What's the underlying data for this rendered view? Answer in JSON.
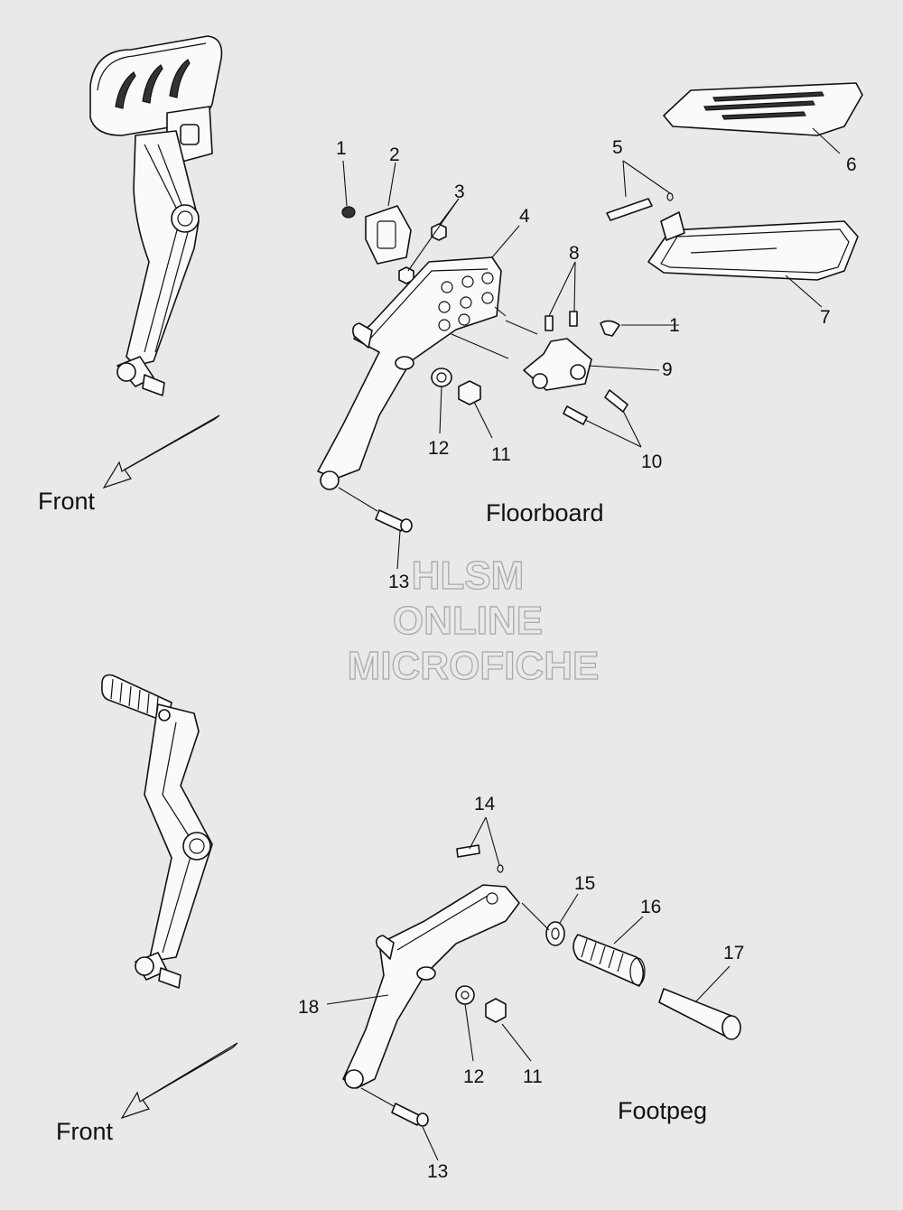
{
  "floorboard": {
    "caption": "Floorboard",
    "front_label": "Front",
    "callouts": [
      "1",
      "2",
      "3",
      "4",
      "5",
      "6",
      "7",
      "8",
      "1",
      "9",
      "10",
      "11",
      "12",
      "13"
    ]
  },
  "footpeg": {
    "caption": "Footpeg",
    "front_label": "Front",
    "callouts": [
      "14",
      "15",
      "16",
      "17",
      "18",
      "12",
      "11",
      "13"
    ]
  },
  "watermark": {
    "line1": "HLSM",
    "line2": "ONLINE",
    "line3": "MICROFICHE"
  }
}
